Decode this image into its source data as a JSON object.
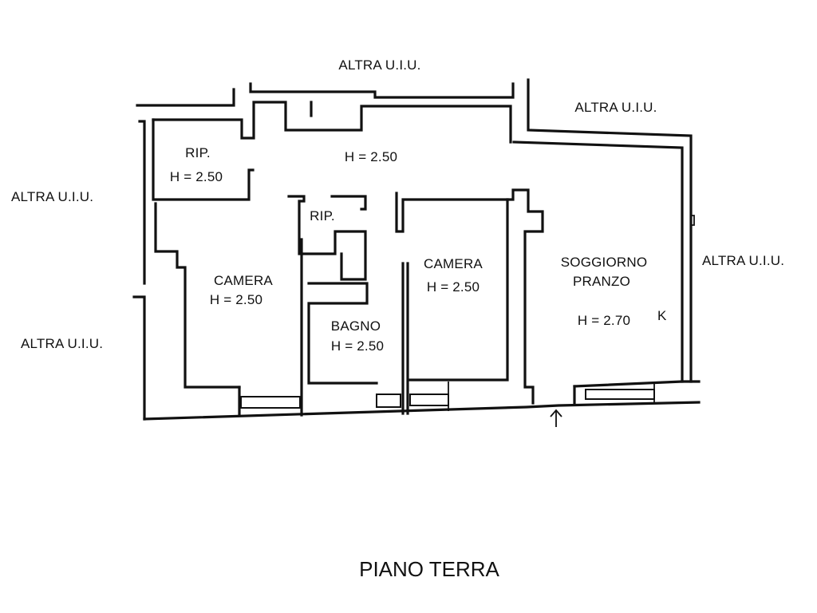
{
  "title": "PIANO TERRA",
  "neighbors": {
    "top": "ALTRA U.I.U.",
    "top_right": "ALTRA U.I.U.",
    "left_upper": "ALTRA U.I.U.",
    "left_lower": "ALTRA U.I.U.",
    "right": "ALTRA U.I.U."
  },
  "rooms": {
    "rip_left": {
      "name": "RIP.",
      "height": "H = 2.50"
    },
    "hall": {
      "height": "H = 2.50"
    },
    "rip_center": {
      "name": "RIP."
    },
    "camera_left": {
      "name": "CAMERA",
      "height": "H = 2.50"
    },
    "bagno": {
      "name": "BAGNO",
      "height": "H = 2.50"
    },
    "camera_right": {
      "name": "CAMERA",
      "height": "H = 2.50"
    },
    "soggiorno": {
      "name": "SOGGIORNO",
      "name2": "PRANZO",
      "height": "H = 2.70",
      "kitchen": "K"
    }
  },
  "entrance_arrow": "↑"
}
